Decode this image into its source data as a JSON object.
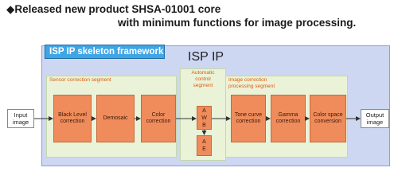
{
  "headline": {
    "line1": "◆Released new product SHSA-01001 core",
    "line2": "with minimum functions for image processing."
  },
  "framework": {
    "title": "ISP IP skeleton framework",
    "isp_label": "ISP IP"
  },
  "segments": {
    "sensor": "Sensor correction segment",
    "auto_line1": "Automatic",
    "auto_line2": "control",
    "auto_line3": "segment",
    "image_line1": "Image correction",
    "image_line2": "processing segment"
  },
  "blocks": {
    "black_level": "Black Level correction",
    "demosaic": "Demosaic",
    "color_correction": "Color correction",
    "awb": "A W B",
    "ae": "A E",
    "tone_curve": "Tone curve correction",
    "gamma": "Gamma correction",
    "color_space": "Color space conversion"
  },
  "io": {
    "input": "Input image",
    "output": "Output image"
  },
  "colors": {
    "block_fill": "#f08c5c",
    "segment_fill": "#eaf3d8",
    "framework_fill": "#cdd7f2",
    "title_fill": "#3fa6e6",
    "label_text": "#e05a10"
  }
}
